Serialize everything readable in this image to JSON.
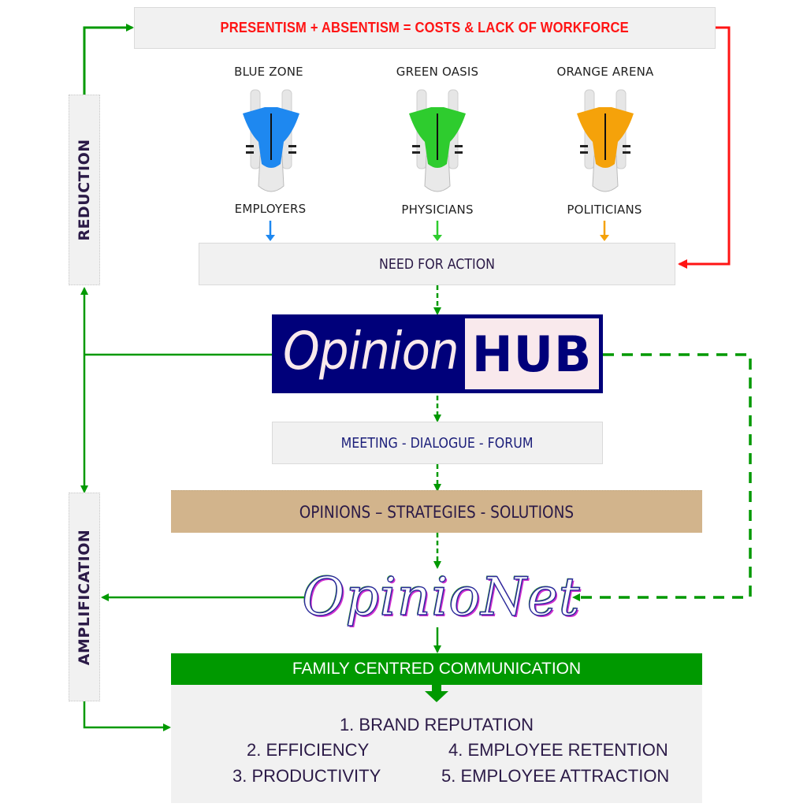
{
  "problem_box": {
    "text": "PRESENTISM + ABSENTISM = COSTS & LACK OF WORKFORCE",
    "color": "#ff1414"
  },
  "zones": [
    {
      "zone": "BLUE ZONE",
      "group": "EMPLOYERS",
      "color": "#1e88f0",
      "icon": "space-shuttle-icon"
    },
    {
      "zone": "GREEN OASIS",
      "group": "PHYSICIANS",
      "color": "#2ecc2e",
      "icon": "space-shuttle-icon"
    },
    {
      "zone": "ORANGE ARENA",
      "group": "POLITICIANS",
      "color": "#f5a20a",
      "icon": "space-shuttle-icon"
    }
  ],
  "need_box": {
    "text": "NEED FOR ACTION"
  },
  "hub_logo": {
    "part1": "Opinion",
    "part2": "HUB",
    "dark": "#00007a",
    "light": "#f9e9ec"
  },
  "meeting_box": {
    "text": "MEETING - DIALOGUE - FORUM"
  },
  "opinions_box": {
    "text": "OPINIONS – STRATEGIES - SOLUTIONS",
    "color": "#d2b48c"
  },
  "opinionet_logo": {
    "text": "OpinioNet"
  },
  "side_labels": {
    "reduction": "REDUCTION",
    "amplification": "AMPLIFICATION"
  },
  "communication": {
    "header": "FAMILY CENTRED COMMUNICATION",
    "header_color": "#009900",
    "benefits": [
      "1. BRAND REPUTATION",
      "2. EFFICIENCY",
      "3. PRODUCTIVITY",
      "4. EMPLOYEE RETENTION",
      "5. EMPLOYEE ATTRACTION"
    ]
  },
  "connector_colors": {
    "green": "#009900",
    "red": "#ff1414"
  }
}
